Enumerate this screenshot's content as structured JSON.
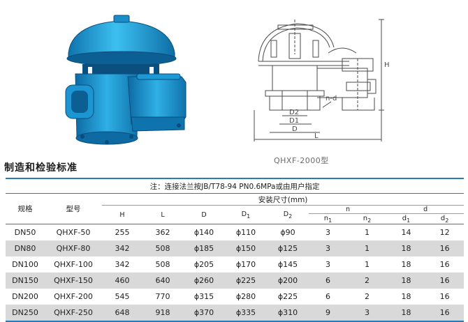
{
  "figure": {
    "caption": "QHXF-2000型",
    "dimension_labels": {
      "H": "H",
      "D2": "D2",
      "D1": "D1",
      "D": "D",
      "L": "L",
      "nd": "n-d"
    }
  },
  "section_title": "制造和检验标准",
  "table": {
    "note": "注：连接法兰按JB/T78-94 PN0.6MPa或由用户指定",
    "headers": {
      "spec": "规格",
      "model": "型号",
      "group": "安装尺寸(mm)",
      "H": "H",
      "L": "L",
      "D": "D",
      "D1": "D1",
      "D2": "D2",
      "n": "n",
      "d": "d",
      "n1": "n1",
      "n2": "n2",
      "d1": "d1",
      "d2": "d2"
    },
    "rows": [
      {
        "spec": "DN50",
        "model": "QHXF-50",
        "H": "255",
        "L": "362",
        "D": "ϕ140",
        "D1": "ϕ110",
        "D2": "ϕ90",
        "n1": "3",
        "n2": "1",
        "d1": "14",
        "d2": "12"
      },
      {
        "spec": "DN80",
        "model": "QHXF-80",
        "H": "342",
        "L": "508",
        "D": "ϕ185",
        "D1": "ϕ150",
        "D2": "ϕ125",
        "n1": "3",
        "n2": "1",
        "d1": "18",
        "d2": "16"
      },
      {
        "spec": "DN100",
        "model": "QHXF-100",
        "H": "342",
        "L": "508",
        "D": "ϕ205",
        "D1": "ϕ170",
        "D2": "ϕ145",
        "n1": "3",
        "n2": "1",
        "d1": "18",
        "d2": "16"
      },
      {
        "spec": "DN150",
        "model": "QHXF-150",
        "H": "460",
        "L": "640",
        "D": "ϕ260",
        "D1": "ϕ225",
        "D2": "ϕ200",
        "n1": "6",
        "n2": "2",
        "d1": "18",
        "d2": "16"
      },
      {
        "spec": "DN200",
        "model": "QHXF-200",
        "H": "545",
        "L": "770",
        "D": "ϕ315",
        "D1": "ϕ280",
        "D2": "ϕ225",
        "n1": "6",
        "n2": "2",
        "d1": "18",
        "d2": "16"
      },
      {
        "spec": "DN250",
        "model": "QHXF-250",
        "H": "648",
        "L": "918",
        "D": "ϕ370",
        "D1": "ϕ335",
        "D2": "ϕ310",
        "n1": "9",
        "n2": "3",
        "d1": "18",
        "d2": "16"
      }
    ]
  },
  "colors": {
    "valve_blue": "#1f9fd6",
    "valve_dark": "#0b5f93",
    "rule_blue": "#2a7ab8",
    "row_shade": "#d9d9d9"
  }
}
